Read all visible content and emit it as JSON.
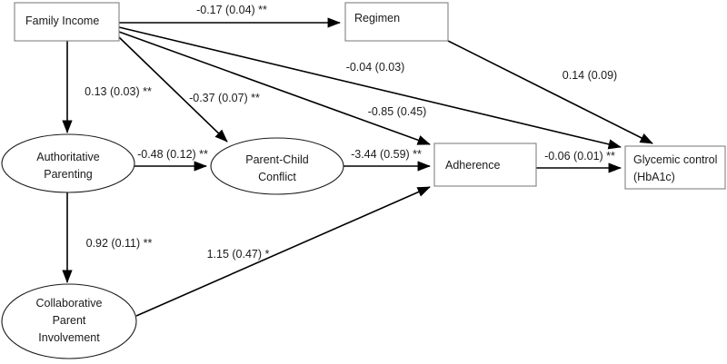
{
  "diagram": {
    "title": "Structural equation model path diagram",
    "background_color": "#ffffff",
    "line_color": "#000000",
    "box_stroke_color": "#808080",
    "ellipse_stroke_color": "#1a1a1a",
    "text_color": "#1a1a1a"
  },
  "nodes": {
    "family_income": {
      "label": "Family Income",
      "shape": "rectangle"
    },
    "regimen": {
      "label": "Regimen",
      "shape": "rectangle"
    },
    "authoritative_parenting": {
      "label_line1": "Authoritative",
      "label_line2": "Parenting",
      "shape": "ellipse"
    },
    "parent_child_conflict": {
      "label_line1": "Parent-Child",
      "label_line2": "Conflict",
      "shape": "ellipse"
    },
    "collaborative_parent_involvement": {
      "label_line1": "Collaborative",
      "label_line2": "Parent",
      "label_line3": "Involvement",
      "shape": "ellipse"
    },
    "adherence": {
      "label": "Adherence",
      "shape": "rectangle"
    },
    "glycemic_control": {
      "label_line1": "Glycemic control",
      "label_line2": "(HbA1c)",
      "shape": "rectangle"
    }
  },
  "edges": [
    {
      "id": "fi-reg",
      "from": "family_income",
      "to": "regimen",
      "label": "-0.17 (0.04) **",
      "estimate": -0.17,
      "se": 0.04,
      "significance": "**"
    },
    {
      "id": "fi-ap",
      "from": "family_income",
      "to": "authoritative_parenting",
      "label": "0.13 (0.03) **",
      "estimate": 0.13,
      "se": 0.03,
      "significance": "**"
    },
    {
      "id": "fi-pcc",
      "from": "family_income",
      "to": "parent_child_conflict",
      "label": "-0.37 (0.07) **",
      "estimate": -0.37,
      "se": 0.07,
      "significance": "**"
    },
    {
      "id": "fi-gc",
      "from": "family_income",
      "to": "glycemic_control",
      "label": "-0.04 (0.03)",
      "estimate": -0.04,
      "se": 0.03,
      "significance": ""
    },
    {
      "id": "fi-adh",
      "from": "family_income",
      "to": "adherence",
      "label": "-0.85 (0.45)",
      "estimate": -0.85,
      "se": 0.45,
      "significance": ""
    },
    {
      "id": "reg-gc",
      "from": "regimen",
      "to": "glycemic_control",
      "label": "0.14 (0.09)",
      "estimate": 0.14,
      "se": 0.09,
      "significance": ""
    },
    {
      "id": "ap-pcc",
      "from": "authoritative_parenting",
      "to": "parent_child_conflict",
      "label": "-0.48 (0.12) **",
      "estimate": -0.48,
      "se": 0.12,
      "significance": "**"
    },
    {
      "id": "ap-cpi",
      "from": "authoritative_parenting",
      "to": "collaborative_parent_involvement",
      "label": "0.92 (0.11) **",
      "estimate": 0.92,
      "se": 0.11,
      "significance": "**"
    },
    {
      "id": "pcc-adh",
      "from": "parent_child_conflict",
      "to": "adherence",
      "label": "-3.44 (0.59) **",
      "estimate": -3.44,
      "se": 0.59,
      "significance": "**"
    },
    {
      "id": "cpi-adh",
      "from": "collaborative_parent_involvement",
      "to": "adherence",
      "label": "1.15 (0.47) *",
      "estimate": 1.15,
      "se": 0.47,
      "significance": "*"
    },
    {
      "id": "adh-gc",
      "from": "adherence",
      "to": "glycemic_control",
      "label": "-0.06 (0.01) **",
      "estimate": -0.06,
      "se": 0.01,
      "significance": "**"
    }
  ]
}
